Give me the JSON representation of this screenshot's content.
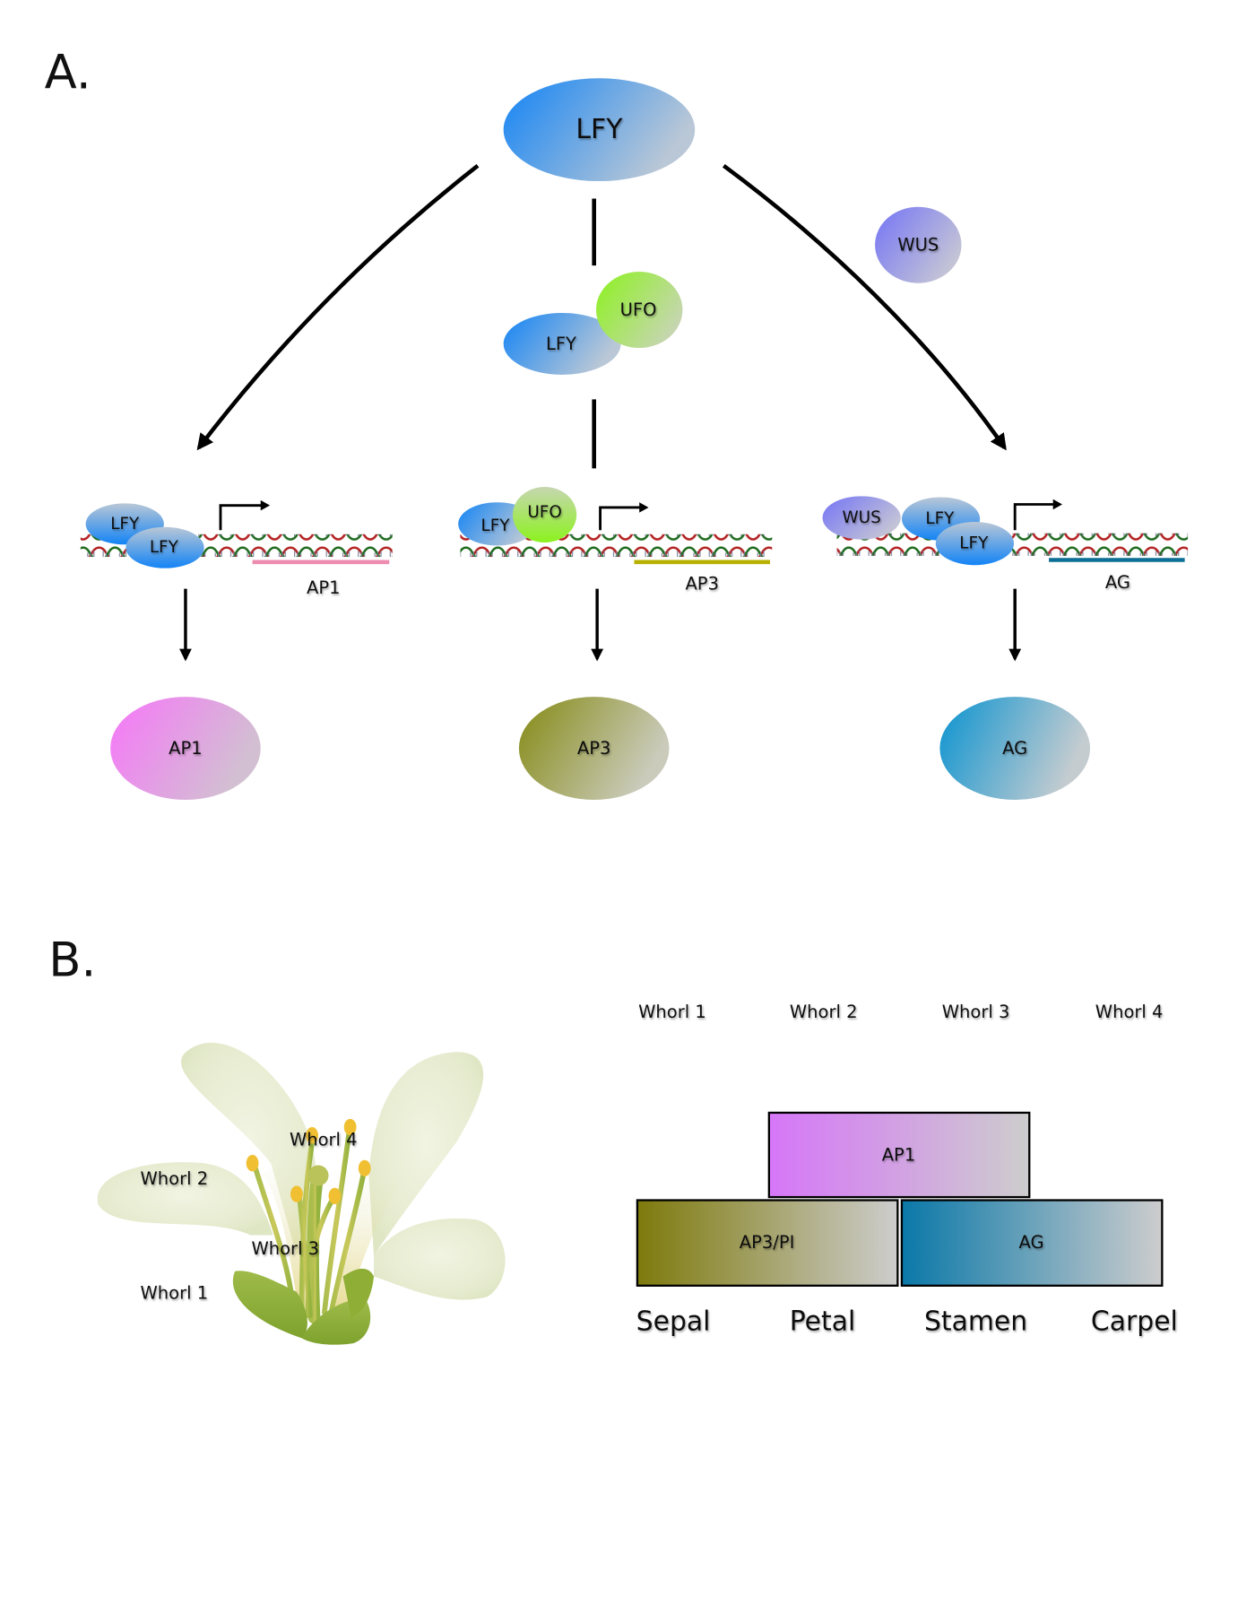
{
  "panels": {
    "a_label": "A.",
    "b_label": "B."
  },
  "colors": {
    "lfy": "#1a86f0",
    "ufo": "#8ef02c",
    "wus": "#7a78f2",
    "ap1": "#f47af6",
    "ap3": "#858a1c",
    "ag": "#0d93cc",
    "ap1_line": "#ee8cb0",
    "ap3_line": "#b8b000",
    "ag_line": "#0c6f95",
    "fade": "#c8c8c8"
  },
  "panel_a": {
    "top_node": "LFY",
    "complex": {
      "lfy": "LFY",
      "ufo": "UFO"
    },
    "cofactor": "WUS",
    "promoters": [
      {
        "gene": "AP1",
        "bound": [
          "LFY",
          "LFY"
        ]
      },
      {
        "gene": "AP3",
        "bound": [
          "LFY",
          "UFO"
        ]
      },
      {
        "gene": "AG",
        "bound": [
          "WUS",
          "LFY",
          "LFY"
        ]
      }
    ],
    "products": [
      "AP1",
      "AP3",
      "AG"
    ]
  },
  "panel_b": {
    "flower_labels": [
      "Whorl 1",
      "Whorl 2",
      "Whorl 3",
      "Whorl 4"
    ],
    "whorl_headers": [
      "Whorl 1",
      "Whorl 2",
      "Whorl 3",
      "Whorl 4"
    ],
    "blocks": [
      {
        "label": "AP1",
        "whorls": [
          2,
          3
        ]
      },
      {
        "label": "AP3/PI",
        "whorls": [
          1,
          2
        ]
      },
      {
        "label": "AG",
        "whorls": [
          3,
          4
        ]
      }
    ],
    "organs": [
      "Sepal",
      "Petal",
      "Stamen",
      "Carpel"
    ]
  }
}
